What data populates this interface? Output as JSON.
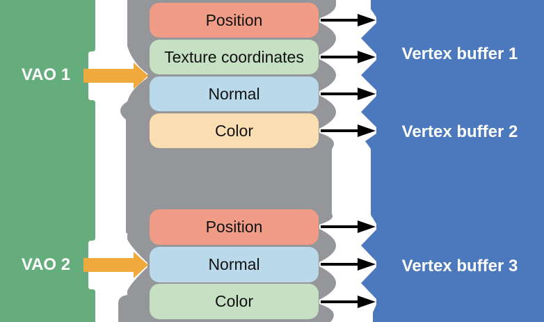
{
  "diagram": {
    "vao_labels": [
      {
        "label": "VAO 1"
      },
      {
        "label": "VAO 2"
      }
    ],
    "buffer_labels": [
      {
        "label": "Vertex buffer 1"
      },
      {
        "label": "Vertex buffer 2"
      },
      {
        "label": "Vertex buffer 3"
      }
    ],
    "groups": [
      {
        "boxes": [
          {
            "label": "Position",
            "color": "#F09C86"
          },
          {
            "label": "Texture coordinates",
            "color": "#C5E0C3"
          },
          {
            "label": "Normal",
            "color": "#BADAEB"
          },
          {
            "label": "Color",
            "color": "#FBDDB2"
          }
        ]
      },
      {
        "boxes": [
          {
            "label": "Position",
            "color": "#F09C86"
          },
          {
            "label": "Normal",
            "color": "#BADAEB"
          },
          {
            "label": "Color",
            "color": "#C5E0C3"
          }
        ]
      }
    ],
    "colors": {
      "vao_band": "#66AD7D",
      "attribute_band": "#95969A",
      "buffer_band": "#4C78BD",
      "vao_arrow": "#EFA93C",
      "buffer_arrow": "#000000",
      "box_text": "#111111",
      "band_label_text": "#FFFFFF",
      "background": "#FFFFFF"
    }
  }
}
